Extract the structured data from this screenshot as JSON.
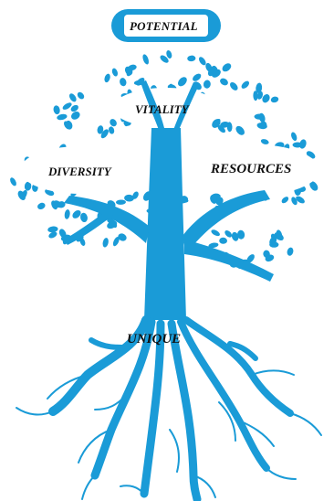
{
  "labels": {
    "potential": "POTENTIAL",
    "vitality": "VITALITY",
    "diversity": "DIVERSITY",
    "resources": "RESOURCES",
    "unique": "UNIQUE"
  },
  "colors": {
    "tree": "#1a9bd7",
    "background": "#ffffff",
    "text": "#111111"
  }
}
